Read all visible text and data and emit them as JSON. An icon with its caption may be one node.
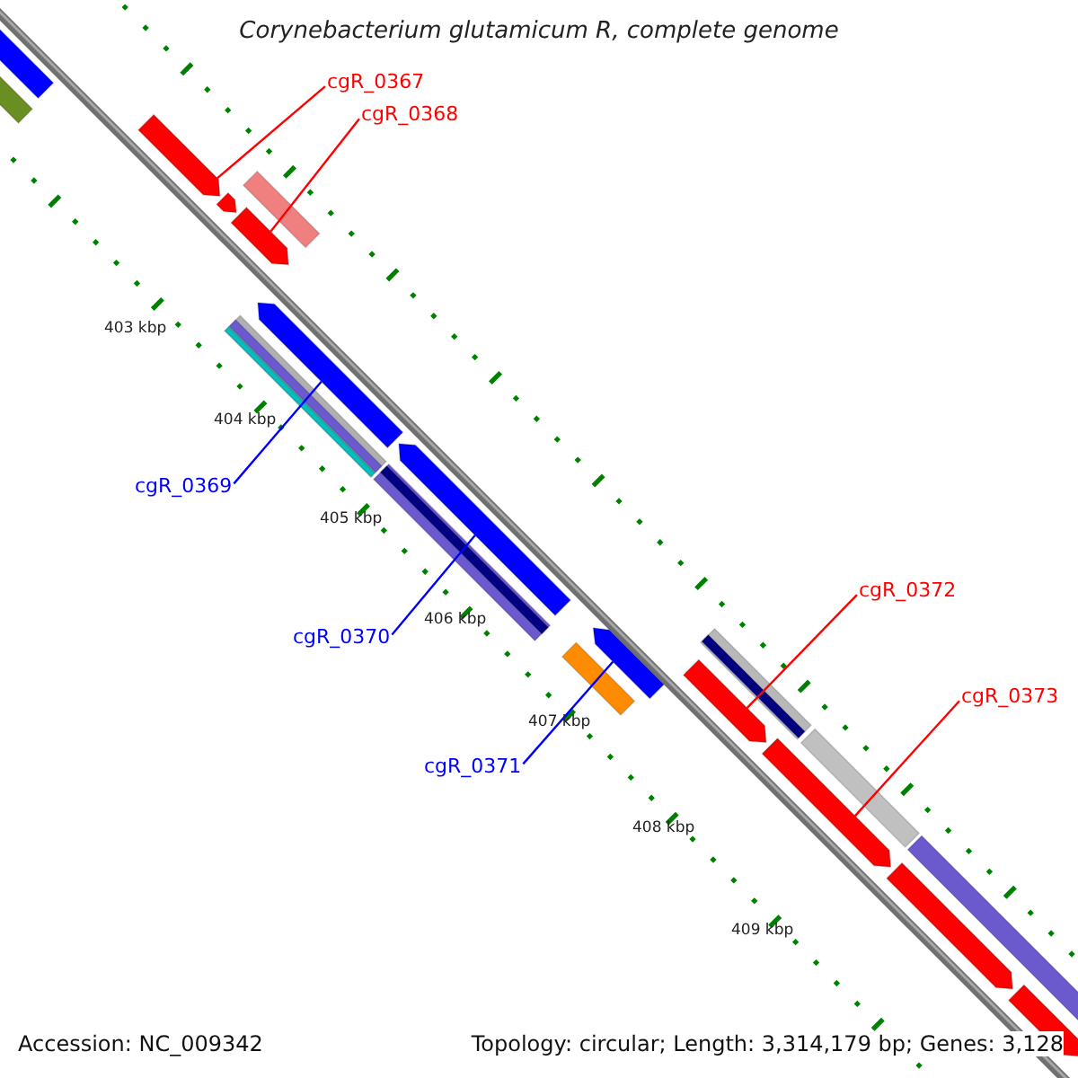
{
  "diagram": {
    "title": "Corynebacterium glutamicum R, complete genome",
    "nodes": [
      {
        "text": [
          "cgR_0367"
        ]
      },
      {
        "text": [],
        "shape": "bar"
      },
      {
        "text": [
          "cgR_0368"
        ]
      },
      {
        "text": [],
        "shape": "bar"
      },
      {
        "text": [
          "cgR_0369"
        ]
      },
      {
        "text": [],
        "shape": "bar"
      },
      {
        "text": [
          "cgR_0370"
        ]
      },
      {
        "text": [],
        "shape": "bar"
      },
      {
        "text": [
          "cgR_0371"
        ]
      },
      {
        "text": [],
        "shape": "bar"
      },
      {
        "text": [
          "cgR_0372"
        ]
      },
      {
        "text": [],
        "shape": "bar"
      },
      {
        "text": [
          "cgR_0373"
        ]
      },
      {
        "text": [],
        "shape": "bar"
      },
      {
        "text": [],
        "shape": "bar"
      },
      {
        "text": [],
        "shape": "bar"
      }
    ],
    "edges": [
      {
        "from": 0,
        "to": 1,
        "arrow": "none"
      },
      {
        "from": 2,
        "to": 3,
        "arrow": "none"
      },
      {
        "from": 4,
        "to": 5,
        "arrow": "none",
        "color": "#0000ff"
      },
      {
        "from": 6,
        "to": 7,
        "arrow": "none",
        "color": "#0000ff"
      },
      {
        "from": 8,
        "to": 9,
        "arrow": "none",
        "color": "#0000ff"
      },
      {
        "from": 10,
        "to": 11,
        "arrow": "none"
      },
      {
        "from": 12,
        "to": 13,
        "arrow": "none"
      }
    ],
    "labels": [
      "403 kbp",
      "404 kbp",
      "405 kbp",
      "406 kbp",
      "407 kbp",
      "408 kbp",
      "409 kbp",
      "Accession: NC_009342",
      "Topology: circular; Length: 3,314,179 bp; Genes: 3,128"
    ]
  }
}
